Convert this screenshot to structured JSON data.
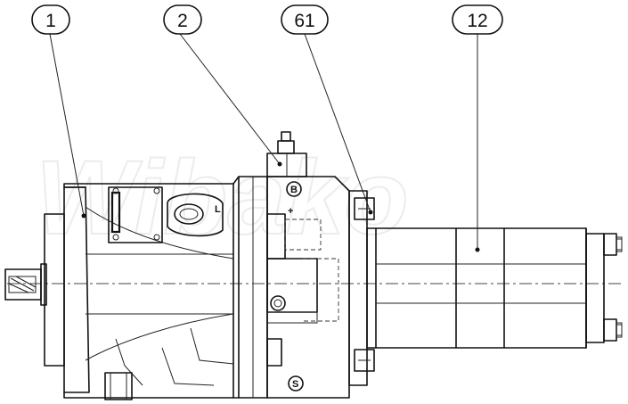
{
  "callouts": [
    {
      "id": "c1",
      "label": "1"
    },
    {
      "id": "c2",
      "label": "2"
    },
    {
      "id": "c61",
      "label": "61"
    },
    {
      "id": "c12",
      "label": "12"
    }
  ],
  "markings": {
    "port_b": "B",
    "port_s": "S",
    "port_l": "L",
    "plus": "+"
  },
  "watermark": "Wibako"
}
